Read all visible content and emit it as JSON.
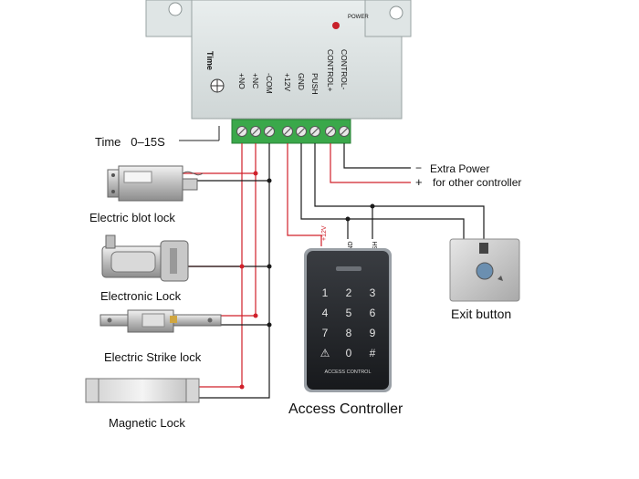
{
  "power_supply": {
    "power_led_label": "POWER",
    "time_label": "Time",
    "terminals": [
      "+NO",
      "+NC",
      "-COM",
      "+12V",
      "GND",
      "PUSH",
      "CONTROL+",
      "CONTROL-"
    ]
  },
  "time_note": "Time   0–15S",
  "extra_power": {
    "line1": "Extra Power",
    "line2": "for other controller",
    "minus": "−",
    "plus": "+"
  },
  "locks": [
    {
      "label": "Electric blot lock"
    },
    {
      "label": "Electronic Lock"
    },
    {
      "label": "Electric Strike lock"
    },
    {
      "label": "Magnetic Lock"
    }
  ],
  "controller_wires": {
    "v12": "+12V",
    "gnd": "GND",
    "push": "PUSH"
  },
  "keypad": {
    "keys": [
      "1",
      "2",
      "3",
      "4",
      "5",
      "6",
      "7",
      "8",
      "9",
      "⚠",
      "0",
      "#"
    ],
    "brand_text": "ACCESS CONTROL",
    "caption": "Access Controller"
  },
  "exit_button": {
    "caption": "Exit button"
  },
  "colors": {
    "red_wire": "#d0202a",
    "black_wire": "#1a1a1a",
    "terminal_green": "#3aa84a"
  }
}
